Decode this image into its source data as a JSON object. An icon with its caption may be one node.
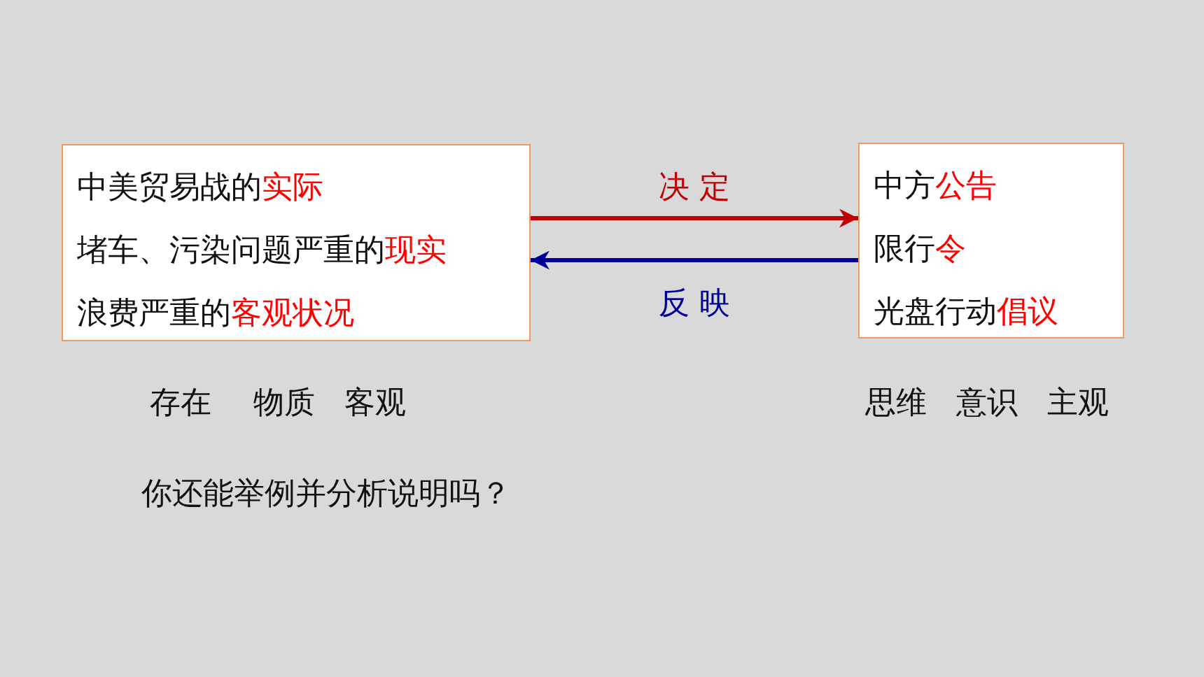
{
  "diagram": {
    "nodes": [
      {
        "text": [
          "中美贸易战的**实际**",
          "堵车、污染问题严重的**现实**",
          "浪费严重的**客观状况**"
        ]
      },
      {
        "text": [
          "中方**公告**",
          "限行**令**",
          "光盘行动**倡议**"
        ]
      }
    ],
    "edges": [
      {
        "from": 0,
        "to": 1,
        "arrow": "to",
        "label": "决 定",
        "color": "#c00000"
      },
      {
        "from": 1,
        "to": 0,
        "arrow": "to",
        "label": "反 映",
        "color": "#000099"
      }
    ],
    "labels": [
      "存在",
      "物质",
      "客观",
      "思维",
      "意识",
      "主观",
      "你还能举例并分析说明吗？"
    ]
  }
}
